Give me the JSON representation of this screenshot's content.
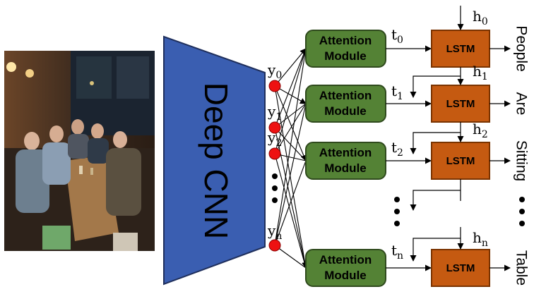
{
  "cnn": {
    "label": "Deep CNN",
    "color": "#3a5eb1"
  },
  "photo": {
    "subject": "group-of-people-at-table-photo"
  },
  "features": [
    {
      "var": "y",
      "sub": "0"
    },
    {
      "var": "y",
      "sub": "1"
    },
    {
      "var": "y",
      "sub": "2"
    },
    {
      "var": "y",
      "sub": "n"
    }
  ],
  "attention": {
    "line1": "Attention",
    "line2": "Module",
    "color": "#548235"
  },
  "lstm": {
    "label": "LSTM",
    "color": "#c55a11"
  },
  "context": [
    {
      "var": "t",
      "sub": "0"
    },
    {
      "var": "t",
      "sub": "1"
    },
    {
      "var": "t",
      "sub": "2"
    },
    {
      "var": "t",
      "sub": "n"
    }
  ],
  "hidden": [
    {
      "var": "h",
      "sub": "0"
    },
    {
      "var": "h",
      "sub": "1"
    },
    {
      "var": "h",
      "sub": "2"
    },
    {
      "var": "h",
      "sub": "n"
    }
  ],
  "words": [
    "People",
    "Are",
    "Sitting",
    "Table"
  ],
  "node_color": "#ee1111"
}
